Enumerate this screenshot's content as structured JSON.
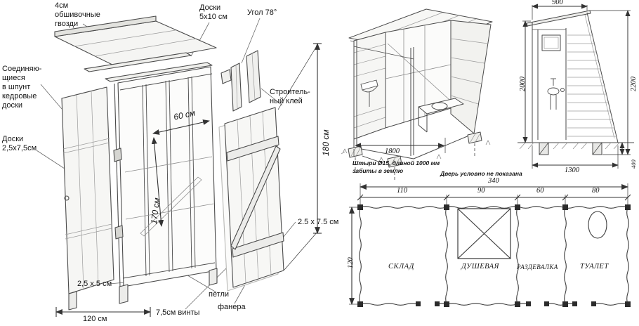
{
  "exploded_view": {
    "nails": "4см\nобшивочные\nгвозди",
    "boards_5x10": "Доски\n5x10 см",
    "angle": "Угол 78°",
    "tongue_groove": "Соединяю-\nщиеся\nв шпунт\nкедровые\nдоски",
    "boards_25x75": "Доски\n2,5x7,5см",
    "glue": "Строитель-\nный клей",
    "dim_60": "60 см",
    "dim_170": "170 см",
    "dim_180": "180 см",
    "size_25x75": "2.5 x 7.5 см",
    "size_25x5": "2,5 x 5 см",
    "hinges": "петли",
    "screws": "7,5см винты",
    "plywood": "фанера",
    "dim_120": "120 см"
  },
  "perspective_view": {
    "dim_1800": "1800",
    "note_pins": "Штыри Ø15, длиной 1000 мм\nзабиты в землю",
    "note_door": "Дверь условно не показана"
  },
  "side_view": {
    "dim_900": "900",
    "dim_2200": "2200",
    "dim_2000": "2000",
    "dim_1300": "1300",
    "dim_400": "400"
  },
  "floor_plan": {
    "dim_total": "340",
    "segments": [
      "110",
      "90",
      "60",
      "80"
    ],
    "dim_depth": "120",
    "rooms": [
      "СКЛАД",
      "ДУШЕВАЯ",
      "РАЗДЕВАЛКА",
      "ТУАЛЕТ"
    ]
  }
}
